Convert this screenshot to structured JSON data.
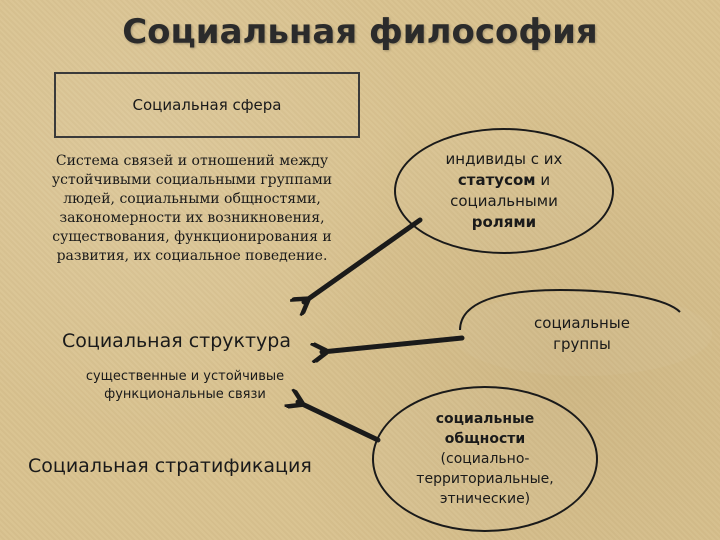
{
  "title": "Социальная философия",
  "sphere_box": {
    "label": "Социальная сфера"
  },
  "definition": {
    "line1": "Система связей и отношений между",
    "line2": "устойчивыми социальными группами",
    "line3": "людей, социальными общностями,",
    "line4": "закономерности их возникновения,",
    "line5": "существования, функционирования и",
    "line6": "развития, их социальное поведение."
  },
  "structure_label": "Социальная структура",
  "functional_links": {
    "line1": "существенные и устойчивые",
    "line2": "функциональные связи"
  },
  "stratification_label": "Социальная стратификация",
  "ellipse_individuals": {
    "line1": "индивиды с их",
    "bold1": "статусом",
    "rest2": " и",
    "line3": "социальными",
    "bold4": "ролями"
  },
  "ellipse_groups": {
    "line1": "социальные",
    "line2": "группы"
  },
  "ellipse_communities": {
    "bold1": "социальные",
    "bold2": "общности",
    "line3": "(социально-",
    "line4": "территориальные,",
    "line5": "этнические)"
  },
  "colors": {
    "background": "#d9c28f",
    "ink": "#1a1a1a"
  }
}
